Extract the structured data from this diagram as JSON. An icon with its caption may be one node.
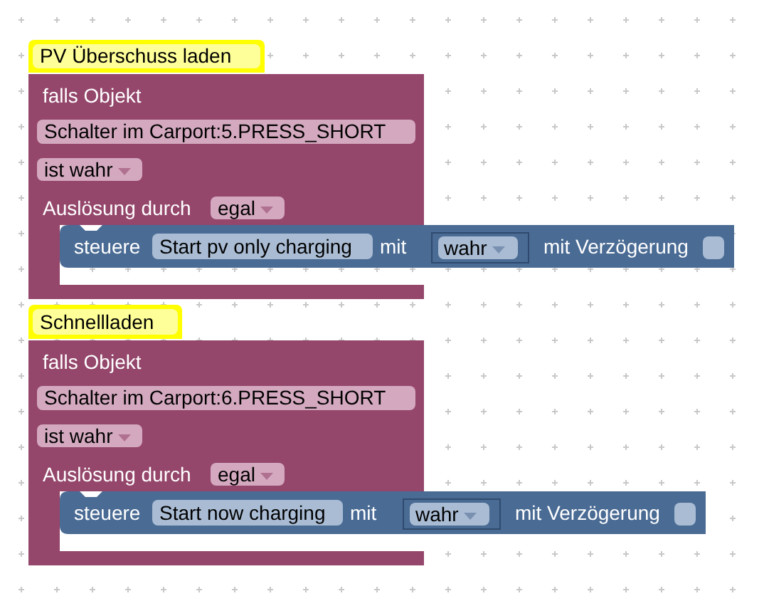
{
  "diagram": {
    "nodes": [
      {
        "text": [
          "PV Überschuss laden"
        ]
      },
      {
        "text": [
          "falls Objekt",
          "Auslösung durch"
        ]
      },
      {
        "text": [
          "Schalter im Carport:5.PRESS_SHORT"
        ],
        "in": 1
      },
      {
        "text": [
          "ist wahr"
        ],
        "in": 1
      },
      {
        "text": [
          "egal"
        ],
        "in": 1
      },
      {
        "text": [
          "steuere",
          "mit",
          "mit Verzögerung"
        ]
      },
      {
        "text": [
          "Start pv only charging"
        ],
        "in": 5
      },
      {
        "text": [
          "wahr"
        ],
        "in": 5
      },
      {
        "text": [],
        "shape": "box",
        "in": 5
      },
      {
        "text": [
          "Schnellladen"
        ]
      },
      {
        "text": [
          "falls Objekt",
          "Auslösung durch"
        ]
      },
      {
        "text": [
          "Schalter im Carport:6.PRESS_SHORT"
        ],
        "in": 10
      },
      {
        "text": [
          "ist wahr"
        ],
        "in": 10
      },
      {
        "text": [
          "egal"
        ],
        "in": 10
      },
      {
        "text": [
          "steuere",
          "mit",
          "mit Verzögerung"
        ]
      },
      {
        "text": [
          "Start now charging"
        ],
        "in": 14
      },
      {
        "text": [
          "wahr"
        ],
        "in": 14
      },
      {
        "text": [],
        "shape": "box",
        "in": 14
      }
    ]
  }
}
